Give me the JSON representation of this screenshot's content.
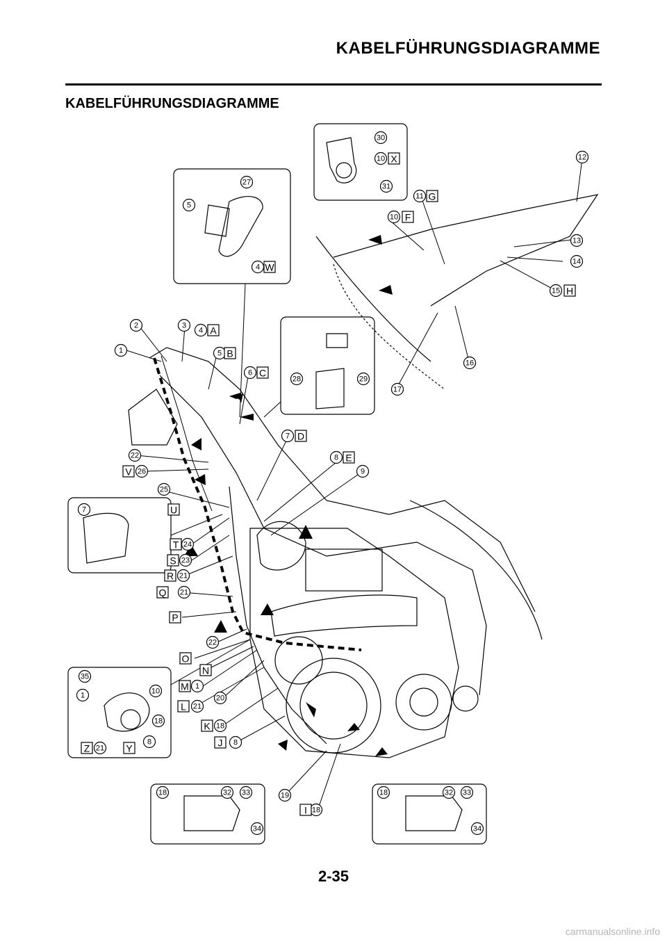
{
  "header": {
    "title": "KABELFÜHRUNGSDIAGRAMME"
  },
  "section": {
    "title": "KABELFÜHRUNGSDIAGRAMME"
  },
  "footer": {
    "page_number": "2-35",
    "watermark": "carmanualsonline.info"
  },
  "callouts": [
    {
      "n": "1"
    },
    {
      "n": "2"
    },
    {
      "n": "3"
    },
    {
      "n": "4"
    },
    {
      "n": "5"
    },
    {
      "n": "6"
    },
    {
      "n": "7"
    },
    {
      "n": "8"
    },
    {
      "n": "9"
    },
    {
      "n": "10"
    },
    {
      "n": "11"
    },
    {
      "n": "12"
    },
    {
      "n": "13"
    },
    {
      "n": "14"
    },
    {
      "n": "15"
    },
    {
      "n": "16"
    },
    {
      "n": "17"
    },
    {
      "n": "18"
    },
    {
      "n": "19"
    },
    {
      "n": "20"
    },
    {
      "n": "21"
    },
    {
      "n": "22"
    },
    {
      "n": "23"
    },
    {
      "n": "24"
    },
    {
      "n": "25"
    },
    {
      "n": "26"
    },
    {
      "n": "27"
    },
    {
      "n": "28"
    },
    {
      "n": "29"
    },
    {
      "n": "30"
    },
    {
      "n": "31"
    },
    {
      "n": "32"
    },
    {
      "n": "33"
    },
    {
      "n": "34"
    },
    {
      "n": "35"
    }
  ],
  "letters": [
    "A",
    "B",
    "C",
    "D",
    "E",
    "F",
    "G",
    "H",
    "I",
    "J",
    "K",
    "L",
    "M",
    "N",
    "O",
    "P",
    "Q",
    "R",
    "S",
    "T",
    "U",
    "V",
    "W",
    "X",
    "Y",
    "Z"
  ]
}
